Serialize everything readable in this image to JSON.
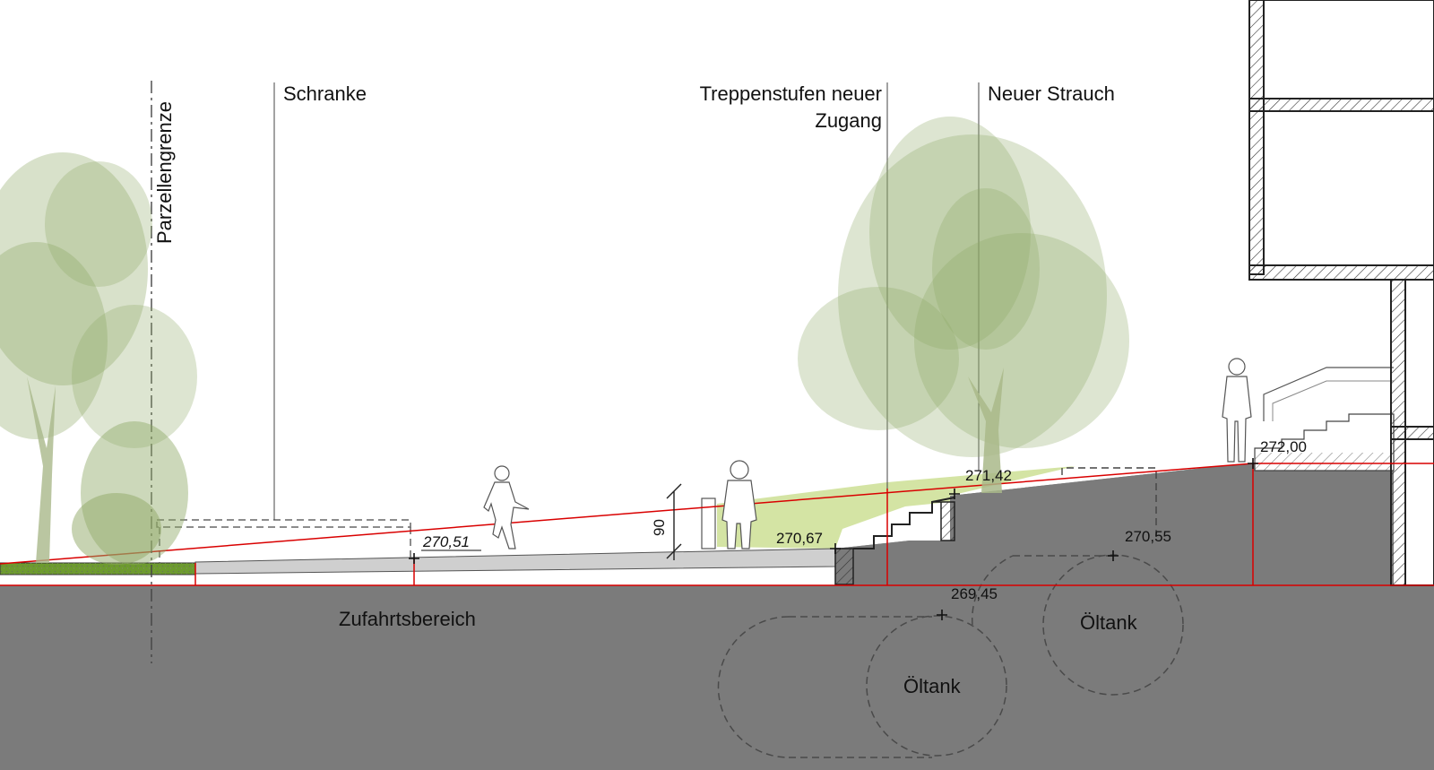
{
  "labels": {
    "parcel_boundary": "Parzellengrenze",
    "barrier": "Schranke",
    "steps_line1": "Treppenstufen neuer",
    "steps_line2": "Zugang",
    "new_shrub": "Neuer Strauch",
    "access_area": "Zufahrtsbereich",
    "height_dim": "90"
  },
  "elevations": {
    "e1": "270,51",
    "e2": "270,67",
    "e3": "271,42",
    "e4": "272,00",
    "e5": "270,55",
    "e6": "269,45"
  },
  "tanks": {
    "tank1": "Öltank",
    "tank2": "Öltank"
  },
  "colors": {
    "ground": "#7b7b7b",
    "soil_line": "#d90000",
    "vegetation": "#8fa866",
    "lawn": "#cfe19a",
    "hedge": "#6d9b2e",
    "paving": "#cfcfcf"
  }
}
